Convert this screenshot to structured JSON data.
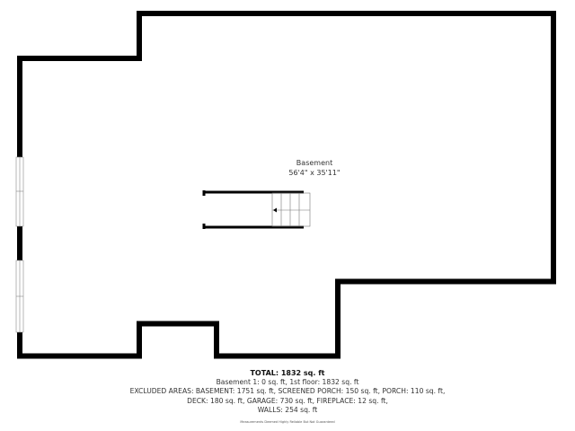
{
  "room": {
    "name": "Basement",
    "dimensions": "56'4\" x 35'11\""
  },
  "summary": {
    "total": "TOTAL: 1832 sq. ft",
    "floors": "Basement 1: 0 sq. ft, 1st floor: 1832 sq. ft",
    "excluded_line1": "EXCLUDED AREAS: BASEMENT: 1751 sq. ft, SCREENED PORCH: 150 sq. ft, PORCH: 110 sq. ft,",
    "excluded_line2": "DECK: 180 sq. ft, GARAGE: 730 sq. ft, FIREPLACE: 12 sq. ft,",
    "walls": "WALLS: 254 sq. ft",
    "disclaimer": "Measurements Deemed Highly Reliable But Not Guaranteed"
  },
  "colors": {
    "wall": "#000000",
    "background": "#ffffff"
  }
}
